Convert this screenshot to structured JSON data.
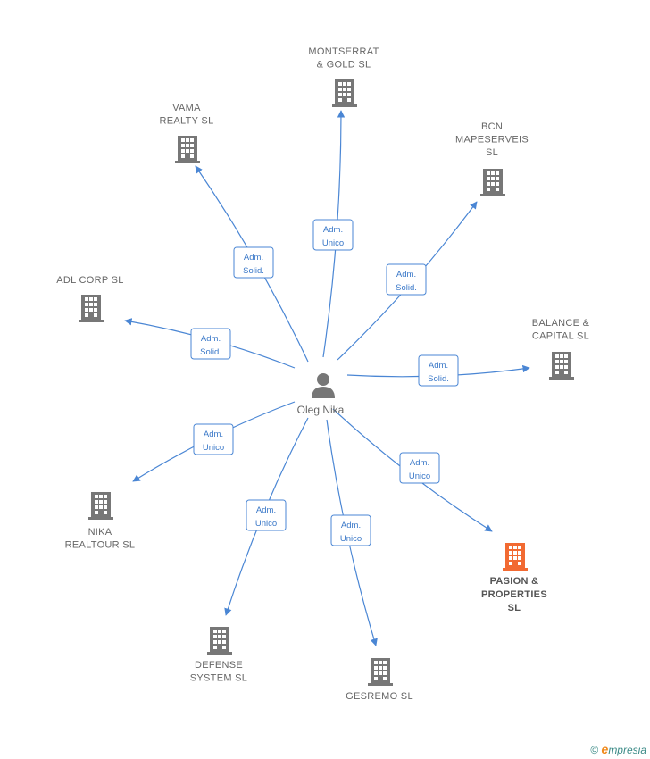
{
  "center": {
    "name": "Oleg Nika",
    "icon": "person-icon"
  },
  "companies": [
    {
      "id": "montserrat",
      "lines": [
        "MONTSERRAT",
        "& GOLD  SL"
      ],
      "role": [
        "Adm.",
        "Unico"
      ],
      "highlight": false
    },
    {
      "id": "vama",
      "lines": [
        "VAMA",
        "REALTY  SL"
      ],
      "role": [
        "Adm.",
        "Solid."
      ],
      "highlight": false
    },
    {
      "id": "bcn",
      "lines": [
        "BCN",
        "MAPESERVEIS",
        "SL"
      ],
      "role": [
        "Adm.",
        "Solid."
      ],
      "highlight": false
    },
    {
      "id": "adl",
      "lines": [
        "ADL CORP  SL"
      ],
      "role": [
        "Adm.",
        "Solid."
      ],
      "highlight": false
    },
    {
      "id": "balance",
      "lines": [
        "BALANCE &",
        "CAPITAL  SL"
      ],
      "role": [
        "Adm.",
        "Solid."
      ],
      "highlight": false
    },
    {
      "id": "nika",
      "lines": [
        "NIKA",
        "REALTOUR SL"
      ],
      "role": [
        "Adm.",
        "Unico"
      ],
      "highlight": false
    },
    {
      "id": "pasion",
      "lines": [
        "PASION &",
        "PROPERTIES",
        "SL"
      ],
      "role": [
        "Adm.",
        "Unico"
      ],
      "highlight": true
    },
    {
      "id": "defense",
      "lines": [
        "DEFENSE",
        "SYSTEM  SL"
      ],
      "role": [
        "Adm.",
        "Unico"
      ],
      "highlight": false
    },
    {
      "id": "gesremo",
      "lines": [
        "GESREMO  SL"
      ],
      "role": [
        "Adm.",
        "Unico"
      ],
      "highlight": false
    }
  ],
  "colors": {
    "edge": "#4a86d4",
    "building": "#777777",
    "highlight": "#f26a32",
    "person": "#777777"
  },
  "brand": {
    "symbol": "©",
    "initial": "e",
    "rest": "mpresia"
  }
}
